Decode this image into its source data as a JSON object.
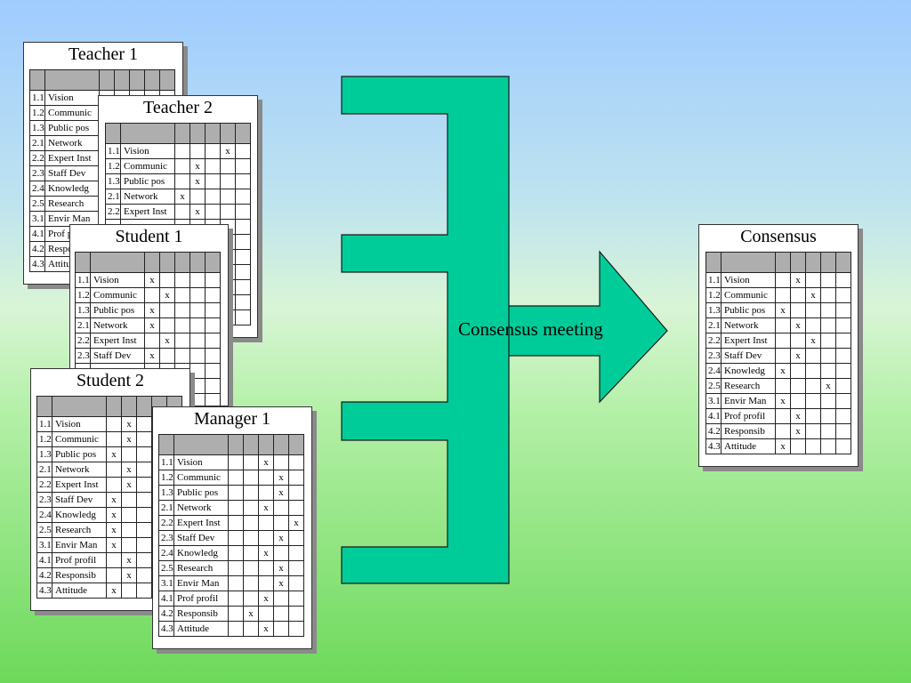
{
  "colors": {
    "bracket": "#00cc99",
    "header_row": "#aeaeae",
    "card": "#ffffff"
  },
  "meeting_label": "Consensus meeting",
  "cards": [
    {
      "id": "teacher-1",
      "title": "Teacher 1",
      "rows": [
        {
          "num": "1.1",
          "label": " Vision",
          "mark": -1
        },
        {
          "num": "1.2",
          "label": "Communic",
          "mark": -1
        },
        {
          "num": "1.3",
          "label": "Public pos",
          "mark": -1
        },
        {
          "num": "2.1",
          "label": "Network",
          "mark": -1
        },
        {
          "num": "2.2",
          "label": "Expert Inst",
          "mark": -1
        },
        {
          "num": "2.3",
          "label": "Staff Dev",
          "mark": -1
        },
        {
          "num": "2.4",
          "label": "Knowledg",
          "mark": -1
        },
        {
          "num": "2.5",
          "label": "Research",
          "mark": -1
        },
        {
          "num": "3.1",
          "label": "Envir Man",
          "mark": -1
        },
        {
          "num": "4.1",
          "label": "Prof profil",
          "mark": -1
        },
        {
          "num": "4.2",
          "label": "Responsib",
          "mark": -1
        },
        {
          "num": "4.3",
          "label": "Attitude",
          "mark": -1
        }
      ]
    },
    {
      "id": "teacher-2",
      "title": "Teacher 2",
      "rows": [
        {
          "num": "1.1",
          "label": " Vision",
          "mark": 3
        },
        {
          "num": "1.2",
          "label": "Communic",
          "mark": 1
        },
        {
          "num": "1.3",
          "label": "Public pos",
          "mark": 1
        },
        {
          "num": "2.1",
          "label": "Network",
          "mark": 0
        },
        {
          "num": "2.2",
          "label": "Expert Inst",
          "mark": 1
        },
        {
          "num": "",
          "label": "",
          "mark": -1
        },
        {
          "num": "",
          "label": "",
          "mark": -1
        },
        {
          "num": "",
          "label": "",
          "mark": -1
        },
        {
          "num": "",
          "label": "",
          "mark": -1
        },
        {
          "num": "",
          "label": "",
          "mark": -1
        },
        {
          "num": "",
          "label": "",
          "mark": -1
        },
        {
          "num": "",
          "label": "",
          "mark": -1
        }
      ]
    },
    {
      "id": "student-1",
      "title": "Student 1",
      "rows": [
        {
          "num": "1.1",
          "label": " Vision",
          "mark": 0
        },
        {
          "num": "1.2",
          "label": "Communic",
          "mark": 1
        },
        {
          "num": "1.3",
          "label": "Public pos",
          "mark": 0
        },
        {
          "num": "2.1",
          "label": "Network",
          "mark": 0
        },
        {
          "num": "2.2",
          "label": "Expert Inst",
          "mark": 1
        },
        {
          "num": "2.3",
          "label": "Staff Dev",
          "mark": 0
        },
        {
          "num": "",
          "label": "",
          "mark": -1
        },
        {
          "num": "",
          "label": "",
          "mark": -1
        },
        {
          "num": "",
          "label": "",
          "mark": -1
        },
        {
          "num": "",
          "label": "",
          "mark": -1
        },
        {
          "num": "",
          "label": "",
          "mark": -1
        },
        {
          "num": "",
          "label": "",
          "mark": -1
        }
      ]
    },
    {
      "id": "student-2",
      "title": "Student 2",
      "rows": [
        {
          "num": "1.1",
          "label": " Vision",
          "mark": 1
        },
        {
          "num": "1.2",
          "label": "Communic",
          "mark": 1
        },
        {
          "num": "1.3",
          "label": "Public pos",
          "mark": 0
        },
        {
          "num": "2.1",
          "label": "Network",
          "mark": 1
        },
        {
          "num": "2.2",
          "label": "Expert Inst",
          "mark": 1
        },
        {
          "num": "2.3",
          "label": "Staff Dev",
          "mark": 0
        },
        {
          "num": "2.4",
          "label": "Knowledg",
          "mark": 0
        },
        {
          "num": "2.5",
          "label": "Research",
          "mark": 0
        },
        {
          "num": "3.1",
          "label": "Envir Man",
          "mark": 0
        },
        {
          "num": "4.1",
          "label": "Prof profil",
          "mark": 1
        },
        {
          "num": "4.2",
          "label": "Responsib",
          "mark": 1
        },
        {
          "num": "4.3",
          "label": "Attitude",
          "mark": 0
        }
      ]
    },
    {
      "id": "manager-1",
      "title": "Manager 1",
      "rows": [
        {
          "num": "1.1",
          "label": " Vision",
          "mark": 2
        },
        {
          "num": "1.2",
          "label": "Communic",
          "mark": 3
        },
        {
          "num": "1.3",
          "label": "Public pos",
          "mark": 3
        },
        {
          "num": "2.1",
          "label": "Network",
          "mark": 2
        },
        {
          "num": "2.2",
          "label": "Expert Inst",
          "mark": 4
        },
        {
          "num": "2.3",
          "label": "Staff Dev",
          "mark": 3
        },
        {
          "num": "2.4",
          "label": "Knowledg",
          "mark": 2
        },
        {
          "num": "2.5",
          "label": "Research",
          "mark": 3
        },
        {
          "num": "3.1",
          "label": "Envir Man",
          "mark": 3
        },
        {
          "num": "4.1",
          "label": "Prof profil",
          "mark": 2
        },
        {
          "num": "4.2",
          "label": "Responsib",
          "mark": 1
        },
        {
          "num": "4.3",
          "label": "Attitude",
          "mark": 2
        }
      ]
    },
    {
      "id": "consensus",
      "title": "Consensus",
      "rows": [
        {
          "num": "1.1",
          "label": " Vision",
          "mark": 1
        },
        {
          "num": "1.2",
          "label": "Communic",
          "mark": 2
        },
        {
          "num": "1.3",
          "label": "Public pos",
          "mark": 0
        },
        {
          "num": "2.1",
          "label": "Network",
          "mark": 1
        },
        {
          "num": "2.2",
          "label": "Expert Inst",
          "mark": 2
        },
        {
          "num": "2.3",
          "label": "Staff Dev",
          "mark": 1
        },
        {
          "num": "2.4",
          "label": "Knowledg",
          "mark": 0
        },
        {
          "num": "2.5",
          "label": "Research",
          "mark": 3
        },
        {
          "num": "3.1",
          "label": "Envir Man",
          "mark": 0
        },
        {
          "num": "4.1",
          "label": "Prof profil",
          "mark": 1
        },
        {
          "num": "4.2",
          "label": "Responsib",
          "mark": 1
        },
        {
          "num": "4.3",
          "label": "Attitude",
          "mark": 0
        }
      ]
    }
  ]
}
